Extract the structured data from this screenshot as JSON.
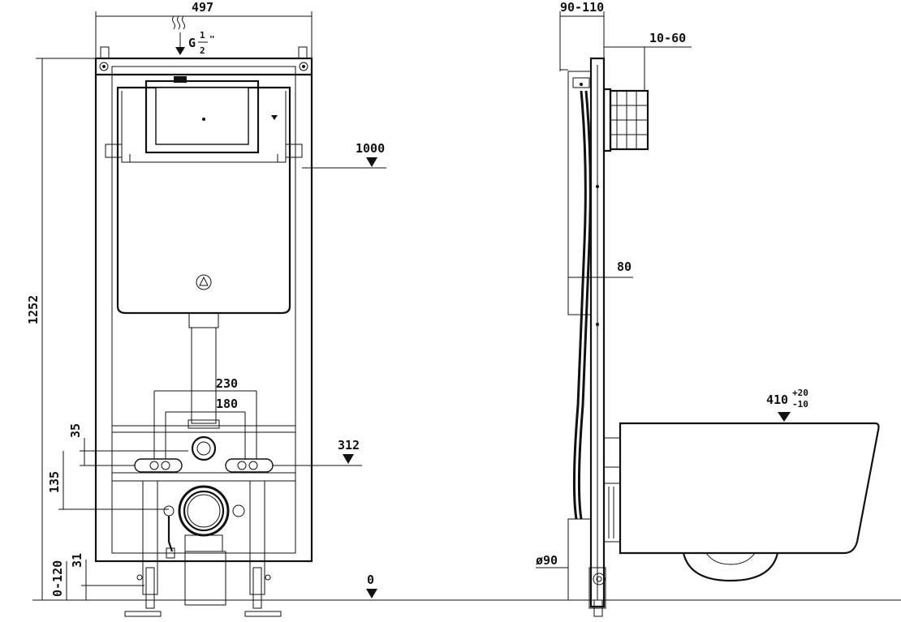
{
  "front": {
    "width": "497",
    "height": "1252",
    "inlet": "G",
    "inlet_num": "1",
    "inlet_den": "2",
    "inlet_unit": "\"",
    "level_1000": "1000",
    "spacing_230": "230",
    "spacing_180": "180",
    "offset_35": "35",
    "offset_135": "135",
    "level_312": "312",
    "offset_31": "31",
    "range_0_120": "0-120",
    "level_0": "0"
  },
  "side": {
    "depth_90_110": "90-110",
    "depth_10_60": "10-60",
    "depth_80": "80",
    "pan_height": "410",
    "pan_tol_plus": "+20",
    "pan_tol_minus": "-10",
    "pipe_diameter": "ø90"
  }
}
